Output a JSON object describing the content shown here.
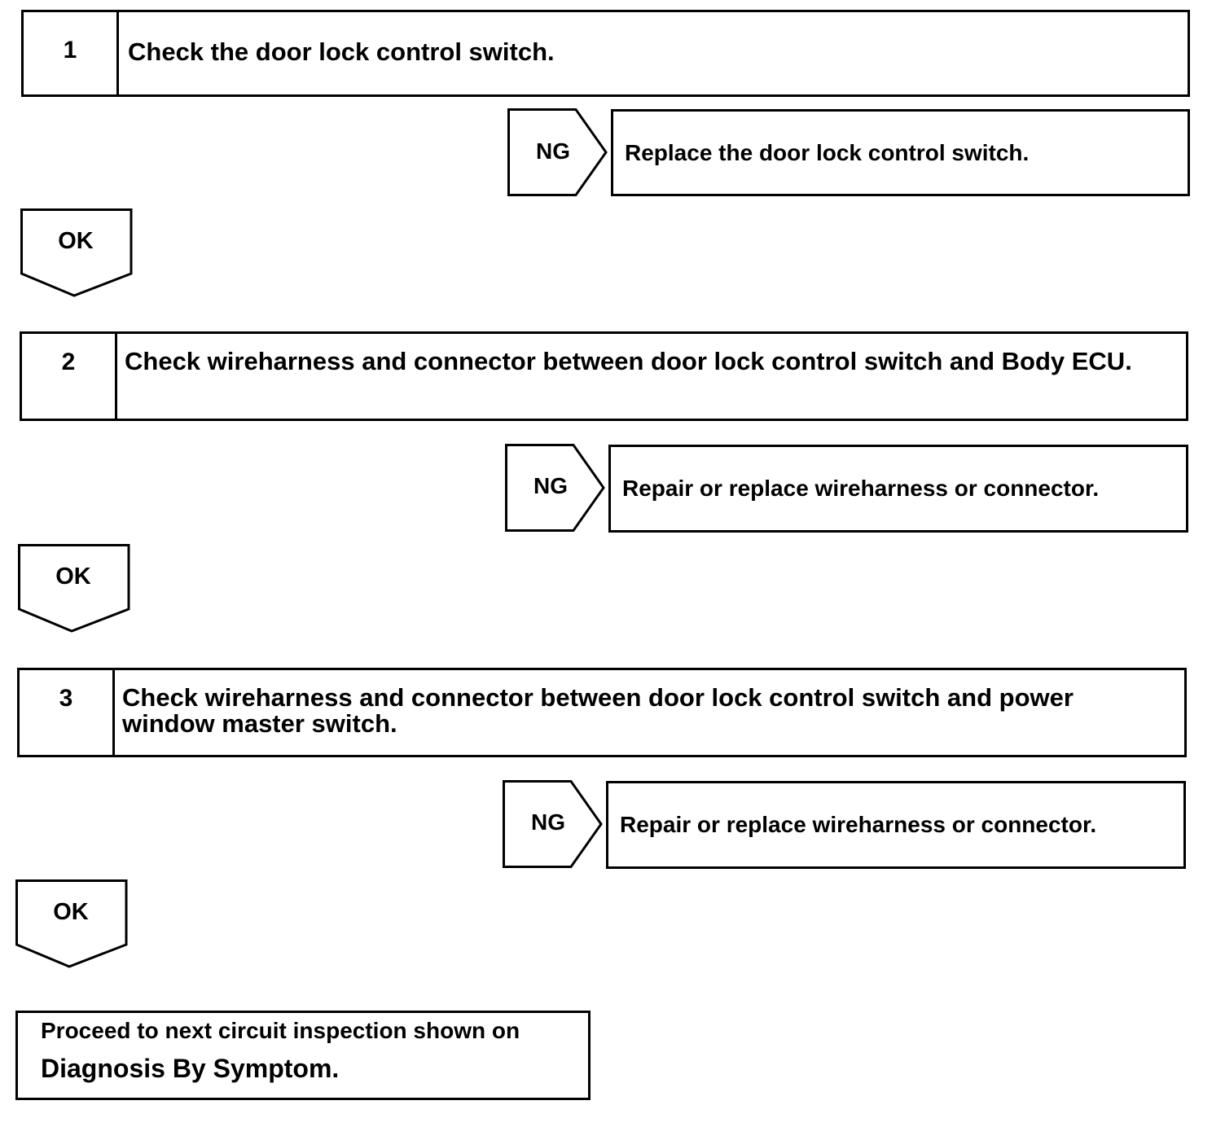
{
  "steps": [
    {
      "number": "1",
      "text": "Check the door lock control switch.",
      "ng_label": "NG",
      "ng_action": "Replace the door lock control switch.",
      "ok_label": "OK"
    },
    {
      "number": "2",
      "text": "Check wireharness and connector between door lock control switch and Body ECU.",
      "ng_label": "NG",
      "ng_action": "Repair or replace wireharness or connector.",
      "ok_label": "OK"
    },
    {
      "number": "3",
      "text": "Check wireharness and connector between door lock control switch and power window master switch.",
      "ng_label": "NG",
      "ng_action": "Repair or replace wireharness or connector.",
      "ok_label": "OK"
    }
  ],
  "final": {
    "line1": "Proceed to next circuit inspection shown on",
    "line2": "Diagnosis By Symptom."
  }
}
